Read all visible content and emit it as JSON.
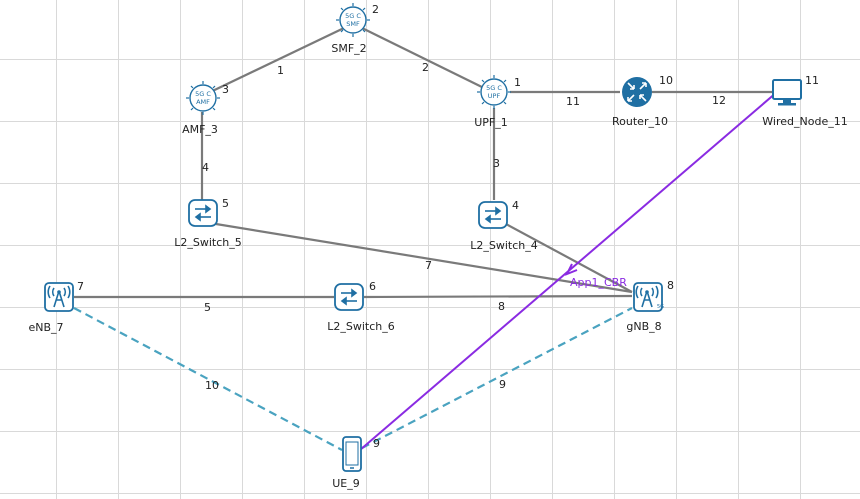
{
  "nodes": {
    "smf": {
      "name": "SMF_2",
      "id": "2",
      "icon": "5g-core-smf-icon",
      "text1": "5G C",
      "text2": "SMF"
    },
    "amf": {
      "name": "AMF_3",
      "id": "3",
      "icon": "5g-core-amf-icon",
      "text1": "5G C",
      "text2": "AMF"
    },
    "upf": {
      "name": "UPF_1",
      "id": "1",
      "icon": "5g-core-upf-icon",
      "text1": "5G C",
      "text2": "UPF"
    },
    "router": {
      "name": "Router_10",
      "id": "10",
      "icon": "router-icon"
    },
    "wired": {
      "name": "Wired_Node_11",
      "id": "11",
      "icon": "desktop-computer-icon"
    },
    "sw5": {
      "name": "L2_Switch_5",
      "id": "5",
      "icon": "switch-icon"
    },
    "sw4": {
      "name": "L2_Switch_4",
      "id": "4",
      "icon": "switch-icon"
    },
    "sw6": {
      "name": "L2_Switch_6",
      "id": "6",
      "icon": "switch-icon"
    },
    "enb": {
      "name": "eNB_7",
      "id": "7",
      "icon": "cell-tower-icon"
    },
    "gnb": {
      "name": "gNB_8",
      "id": "8",
      "icon": "cell-tower-5g-icon",
      "badge": "5G"
    },
    "ue": {
      "name": "UE_9",
      "id": "9",
      "icon": "smartphone-icon"
    }
  },
  "links": {
    "amf_smf": "1",
    "smf_upf": "2",
    "upf_sw4": "3",
    "amf_sw5": "4",
    "enb_sw6": "5",
    "sw5_gnb": "7",
    "sw6_gnb": "8",
    "ue_gnb": "9",
    "enb_ue": "10",
    "upf_router": "11",
    "router_wired": "12"
  },
  "application": {
    "label": "App1_CBR",
    "color": "#8a2be2"
  },
  "colors": {
    "wired_link": "#7a7a7a",
    "wireless_link": "#4aa3c0",
    "icon": "#1f6fa3"
  }
}
